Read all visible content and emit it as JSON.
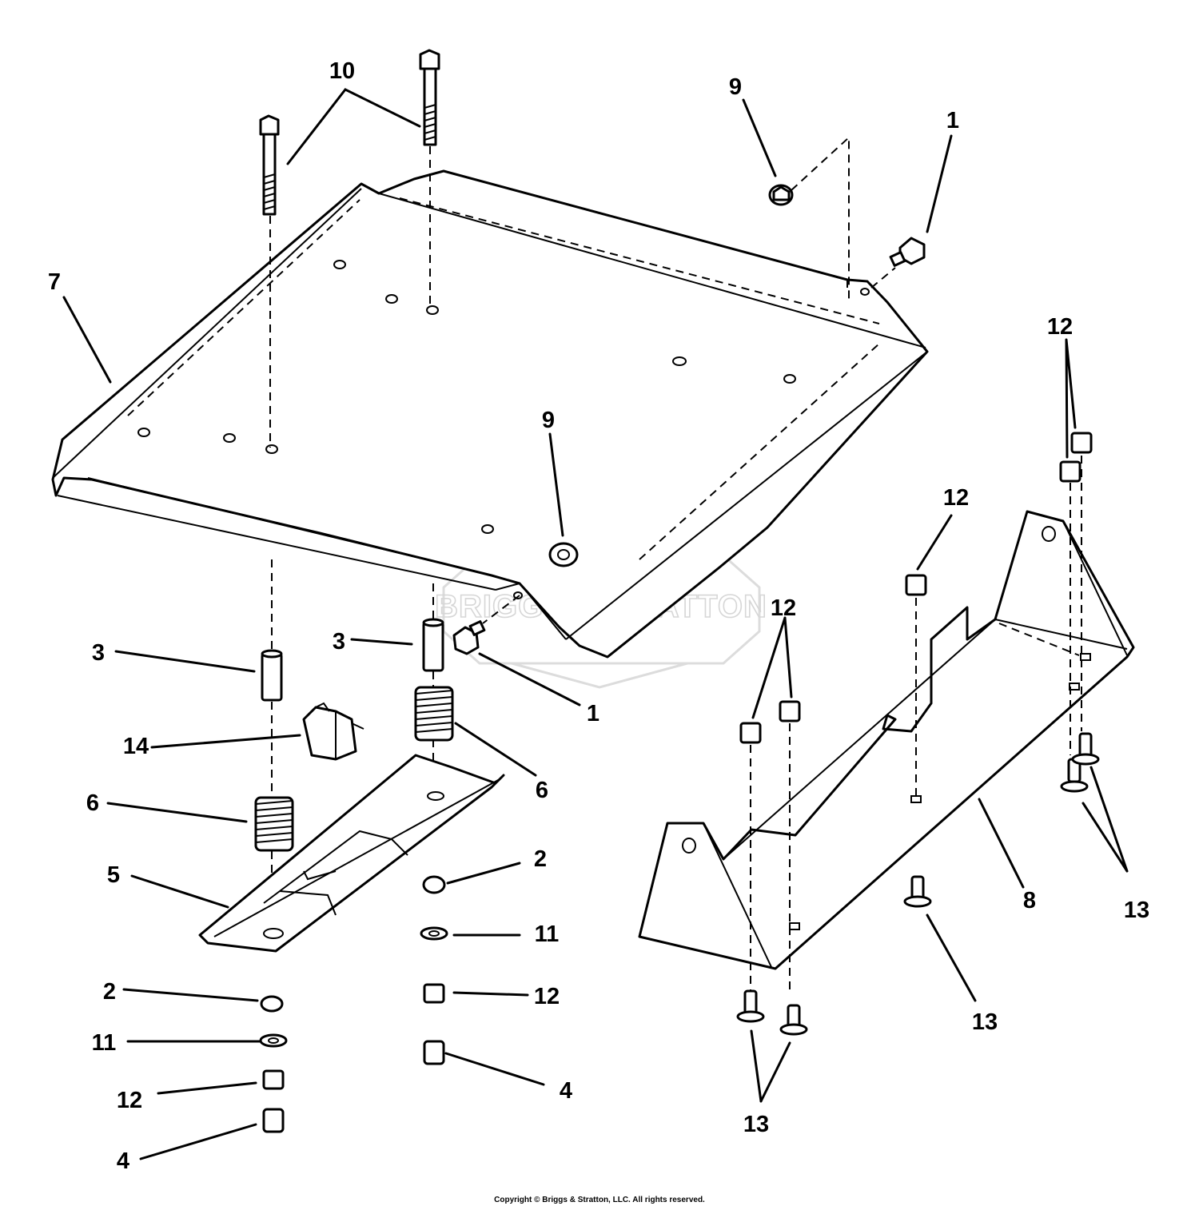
{
  "watermark": {
    "text": "BRIGGS&STRATTON",
    "colors": {
      "outline": "#d6d6d6"
    }
  },
  "copyright": "Copyright © Briggs & Stratton, LLC. All rights reserved.",
  "callouts": {
    "c1a": "1",
    "c1b": "1",
    "c2a": "2",
    "c2b": "2",
    "c3a": "3",
    "c3b": "3",
    "c4a": "4",
    "c4b": "4",
    "c5": "5",
    "c6a": "6",
    "c6b": "6",
    "c7": "7",
    "c8": "8",
    "c9a": "9",
    "c9b": "9",
    "c10": "10",
    "c11a": "11",
    "c11b": "11",
    "c12a": "12",
    "c12b": "12",
    "c12c": "12",
    "c12d": "12",
    "c12e": "12",
    "c13a": "13",
    "c13b": "13",
    "c13c": "13",
    "c14": "14"
  }
}
